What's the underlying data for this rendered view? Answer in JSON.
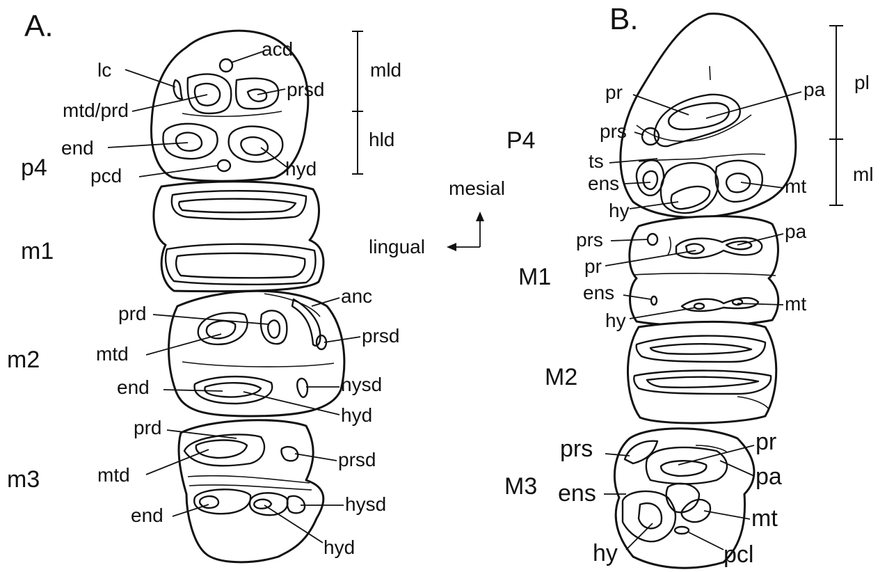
{
  "panels": {
    "a": "A.",
    "b": "B."
  },
  "lower": {
    "teeth": {
      "p4": "p4",
      "m1": "m1",
      "m2": "m2",
      "m3": "m3"
    },
    "labels": {
      "acd": "acd",
      "lc": "lc",
      "prsd": "prsd",
      "mld": "mld",
      "mtd_prd": "mtd/prd",
      "hld": "hld",
      "end": "end",
      "pcd": "pcd",
      "hyd": "hyd",
      "anc": "anc",
      "m2_prd": "prd",
      "m2_mtd": "mtd",
      "m2_prsd": "prsd",
      "m2_end": "end",
      "m2_hysd": "hysd",
      "m2_hyd": "hyd",
      "m3_prd": "prd",
      "m3_mtd": "mtd",
      "m3_prsd": "prsd",
      "m3_end": "end",
      "m3_hysd": "hysd",
      "m3_hyd": "hyd"
    }
  },
  "upper": {
    "teeth": {
      "P4": "P4",
      "M1": "M1",
      "M2": "M2",
      "M3": "M3"
    },
    "labels": {
      "pr": "pr",
      "pa": "pa",
      "pl": "pl",
      "prs": "prs",
      "ts": "ts",
      "ml": "ml",
      "ens": "ens",
      "mt": "mt",
      "hy": "hy",
      "m1_prs": "prs",
      "m1_pa": "pa",
      "m1_pr": "pr",
      "m1_ens": "ens",
      "m1_mt": "mt",
      "m1_hy": "hy",
      "m3_prs": "prs",
      "m3_pr": "pr",
      "m3_pa": "pa",
      "m3_ens": "ens",
      "m3_mt": "mt",
      "m3_hy": "hy",
      "m3_pcl": "pcl"
    }
  },
  "orientation": {
    "mesial": "mesial",
    "lingual": "lingual"
  }
}
